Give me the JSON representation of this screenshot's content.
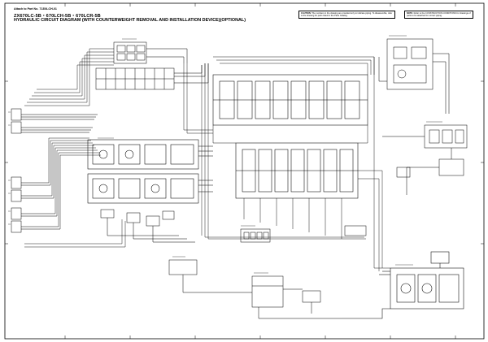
{
  "header": {
    "attach_text": "Attach to Part No. 71354-CH-01",
    "model_line": "ZX670LC-5B・670LCH-5B・670LCR-5B",
    "title": "HYDRAULIC CIRCUIT DIAGRAM (WITH COUNTERWEIGHT REMOVAL AND INSTALLATION DEVICE)(OPTIONAL)"
  },
  "notes": {
    "caution_label": "CAUTION",
    "caution_text": ": The numbers in the drawing are provided only to indicate piping. To disassemble, refer to the drawing for parts listed in the Parts Catalog.",
    "note_label": "NOTE",
    "note_text": ": Refer to the CONSTRUCTION CONDITIONS for drawings of parts to be attached for correct piping."
  },
  "colors": {
    "line": "#000000",
    "background": "#ffffff",
    "frame": "#000000"
  }
}
